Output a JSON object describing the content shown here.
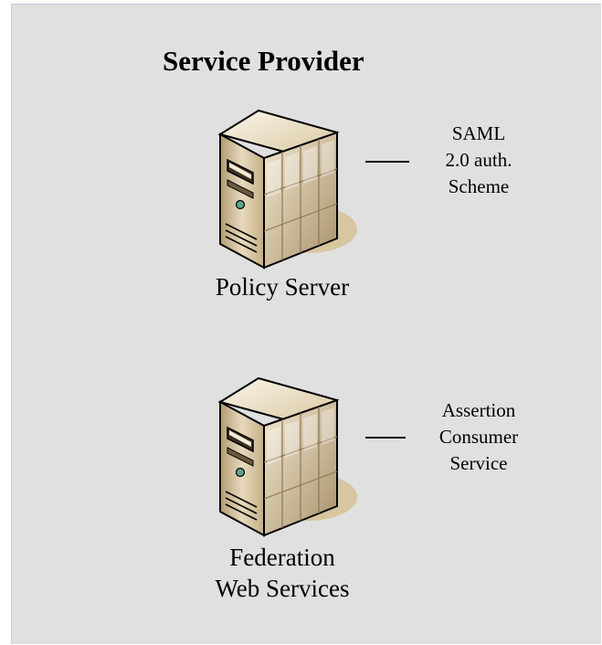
{
  "diagram": {
    "title": "Service Provider",
    "nodes": [
      {
        "icon": "server-tower-icon",
        "label_lines": [
          "Policy Server"
        ],
        "note_lines": [
          "SAML",
          "2.0 auth.",
          "Scheme"
        ]
      },
      {
        "icon": "server-tower-icon",
        "label_lines": [
          "Federation",
          "Web Services"
        ],
        "note_lines": [
          "Assertion",
          "Consumer",
          "Service"
        ]
      }
    ]
  },
  "colors": {
    "panel_background": "#e0e0e0",
    "server_face": "#d8c6a3",
    "server_shadow": "#d4c294"
  }
}
